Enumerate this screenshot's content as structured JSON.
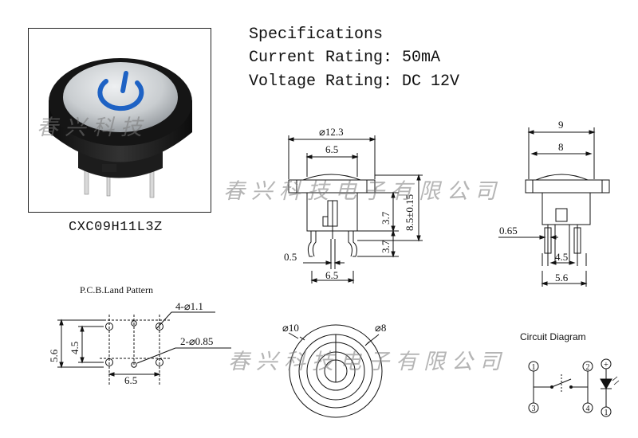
{
  "product": {
    "model": "CXC09H11L3Z"
  },
  "specifications": {
    "title": "Specifications",
    "current_rating": "Current Rating: 50mA",
    "voltage_rating": "Voltage Rating: DC 12V"
  },
  "watermarks": {
    "photo": "春兴科技",
    "front_view": "春兴科技电子有限公司",
    "bottom": "春兴科技电子有限公司"
  },
  "front_view": {
    "dia_outer": "⌀12.3",
    "width_inner": "6.5",
    "height_total": "8.5±0.15",
    "height_upper": "3.7",
    "height_lower": "3.7",
    "pin_width": "0.5",
    "pin_pitch": "6.5"
  },
  "side_view": {
    "width_outer": "9",
    "width_inner": "8",
    "pin_thickness": "0.65",
    "pin_spacing_inner": "4.5",
    "pin_spacing_outer": "5.6"
  },
  "pcb_land_pattern": {
    "title": "P.C.B.Land Pattern",
    "large_holes": "4-⌀1.1",
    "small_holes": "2-⌀0.85",
    "height_outer": "5.6",
    "height_inner": "4.5",
    "width": "6.5"
  },
  "top_view": {
    "dia_outer": "⌀10",
    "dia_inner": "⌀8"
  },
  "circuit_diagram": {
    "title": "Circuit Diagram",
    "pins": [
      "1",
      "2",
      "3",
      "4",
      "+",
      "1"
    ]
  },
  "colors": {
    "icon_blue": "#1e62c4",
    "bezel_silver": "#c9cdd0",
    "body_black": "#1c1c1c"
  }
}
